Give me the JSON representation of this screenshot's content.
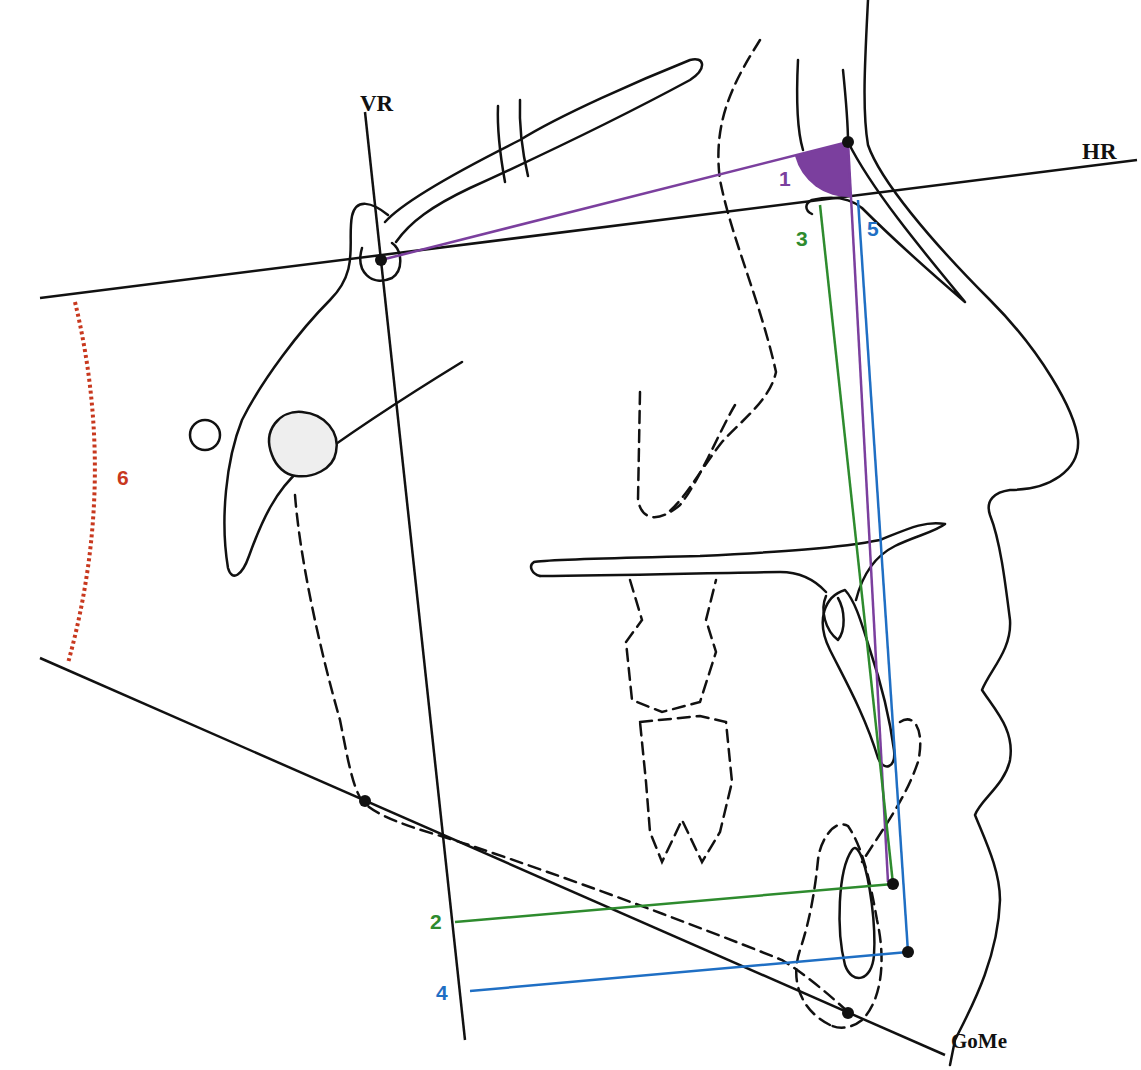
{
  "diagram": {
    "labels": [
      "VR",
      "HR",
      "1",
      "5",
      "3",
      "6",
      "2",
      "4",
      "GoMe"
    ]
  }
}
